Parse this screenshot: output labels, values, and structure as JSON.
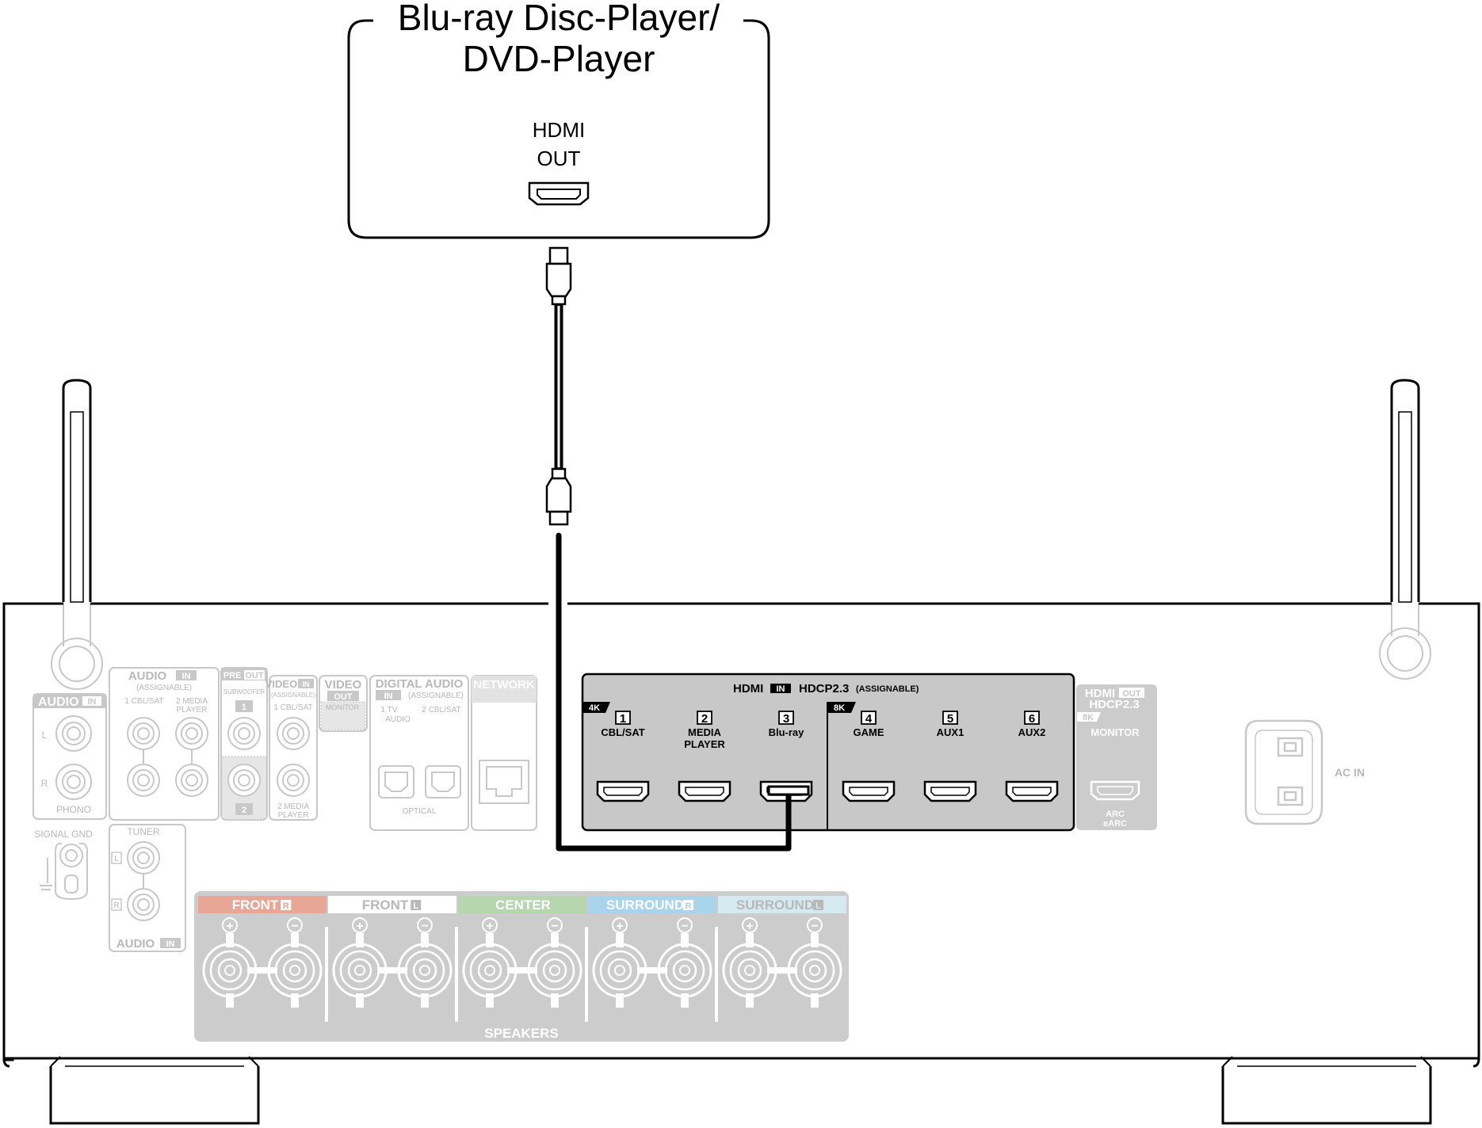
{
  "source_device": {
    "title_line1": "Blu-ray Disc-Player/",
    "title_line2": "DVD-Player",
    "port_label_line1": "HDMI",
    "port_label_line2": "OUT"
  },
  "hdmi_in_panel": {
    "title": "HDMI",
    "in_tag": "IN",
    "hdcp": "HDCP2.3",
    "assignable": "(ASSIGNABLE)",
    "group_4k": "4K",
    "group_8k": "8K",
    "ports": [
      {
        "number": "1",
        "line1": "CBL/SAT",
        "line2": ""
      },
      {
        "number": "2",
        "line1": "MEDIA",
        "line2": "PLAYER"
      },
      {
        "number": "3",
        "line1": "Blu-ray",
        "line2": ""
      },
      {
        "number": "4",
        "line1": "GAME",
        "line2": ""
      },
      {
        "number": "5",
        "line1": "AUX1",
        "line2": ""
      },
      {
        "number": "6",
        "line1": "AUX2",
        "line2": ""
      }
    ]
  },
  "hdmi_out_panel": {
    "title": "HDMI",
    "out_tag": "OUT",
    "hdcp": "HDCP2.3",
    "tag_8k": "8K",
    "monitor": "MONITOR",
    "arc": "ARC",
    "earc": "eARC"
  },
  "ac_in": "AC IN",
  "audio_in_phono": {
    "title": "AUDIO",
    "tag": "IN",
    "l": "L",
    "r": "R",
    "footer": "PHONO"
  },
  "audio_in_assignable": {
    "title": "AUDIO",
    "tag": "IN",
    "sub": "(ASSIGNABLE)",
    "col1": "1 CBL/SAT",
    "col2a": "2 MEDIA",
    "col2b": "PLAYER"
  },
  "pre_out": {
    "title_a": "PRE",
    "title_b": "OUT",
    "sub": "SUBWOOFER",
    "num1": "1",
    "num2": "2"
  },
  "video_in": {
    "title": "VIDEO",
    "tag": "IN",
    "sub": "(ASSIGNABLE)",
    "col1": "1 CBL/SAT",
    "col2a": "2 MEDIA",
    "col2b": "PLAYER"
  },
  "video_out": {
    "title": "VIDEO",
    "tag": "OUT",
    "sub": "MONITOR"
  },
  "digital_audio": {
    "title": "DIGITAL AUDIO",
    "tag": "IN",
    "sub": "(ASSIGNABLE)",
    "col1a": "1   TV",
    "col1b": "AUDIO",
    "col2": "2 CBL/SAT",
    "footer": "OPTICAL"
  },
  "network": {
    "title": "NETWORK"
  },
  "signal_gnd": "SIGNAL GND",
  "tuner": {
    "title": "TUNER",
    "l": "L",
    "r": "R",
    "footer_title": "AUDIO",
    "footer_tag": "IN"
  },
  "speakers": {
    "footer": "SPEAKERS",
    "plus": "+",
    "minus": "−",
    "channels": [
      {
        "label": "FRONT",
        "side": "R",
        "color": "#e8a796",
        "text_color": "#ffffff"
      },
      {
        "label": "FRONT",
        "side": "L",
        "color": "#ffffff",
        "text_color": "#b8b8b8"
      },
      {
        "label": "CENTER",
        "side": "",
        "color": "#b6d6b0",
        "text_color": "#ffffff"
      },
      {
        "label": "SURROUND",
        "side": "R",
        "color": "#a9d5ec",
        "text_color": "#ffffff"
      },
      {
        "label": "SURROUND",
        "side": "L",
        "color": "#d5e9f1",
        "text_color": "#b8b8b8"
      }
    ]
  },
  "colors": {
    "outline": "#000000",
    "ghost": "#c8c8c8",
    "panel": "#c8c8c8"
  }
}
